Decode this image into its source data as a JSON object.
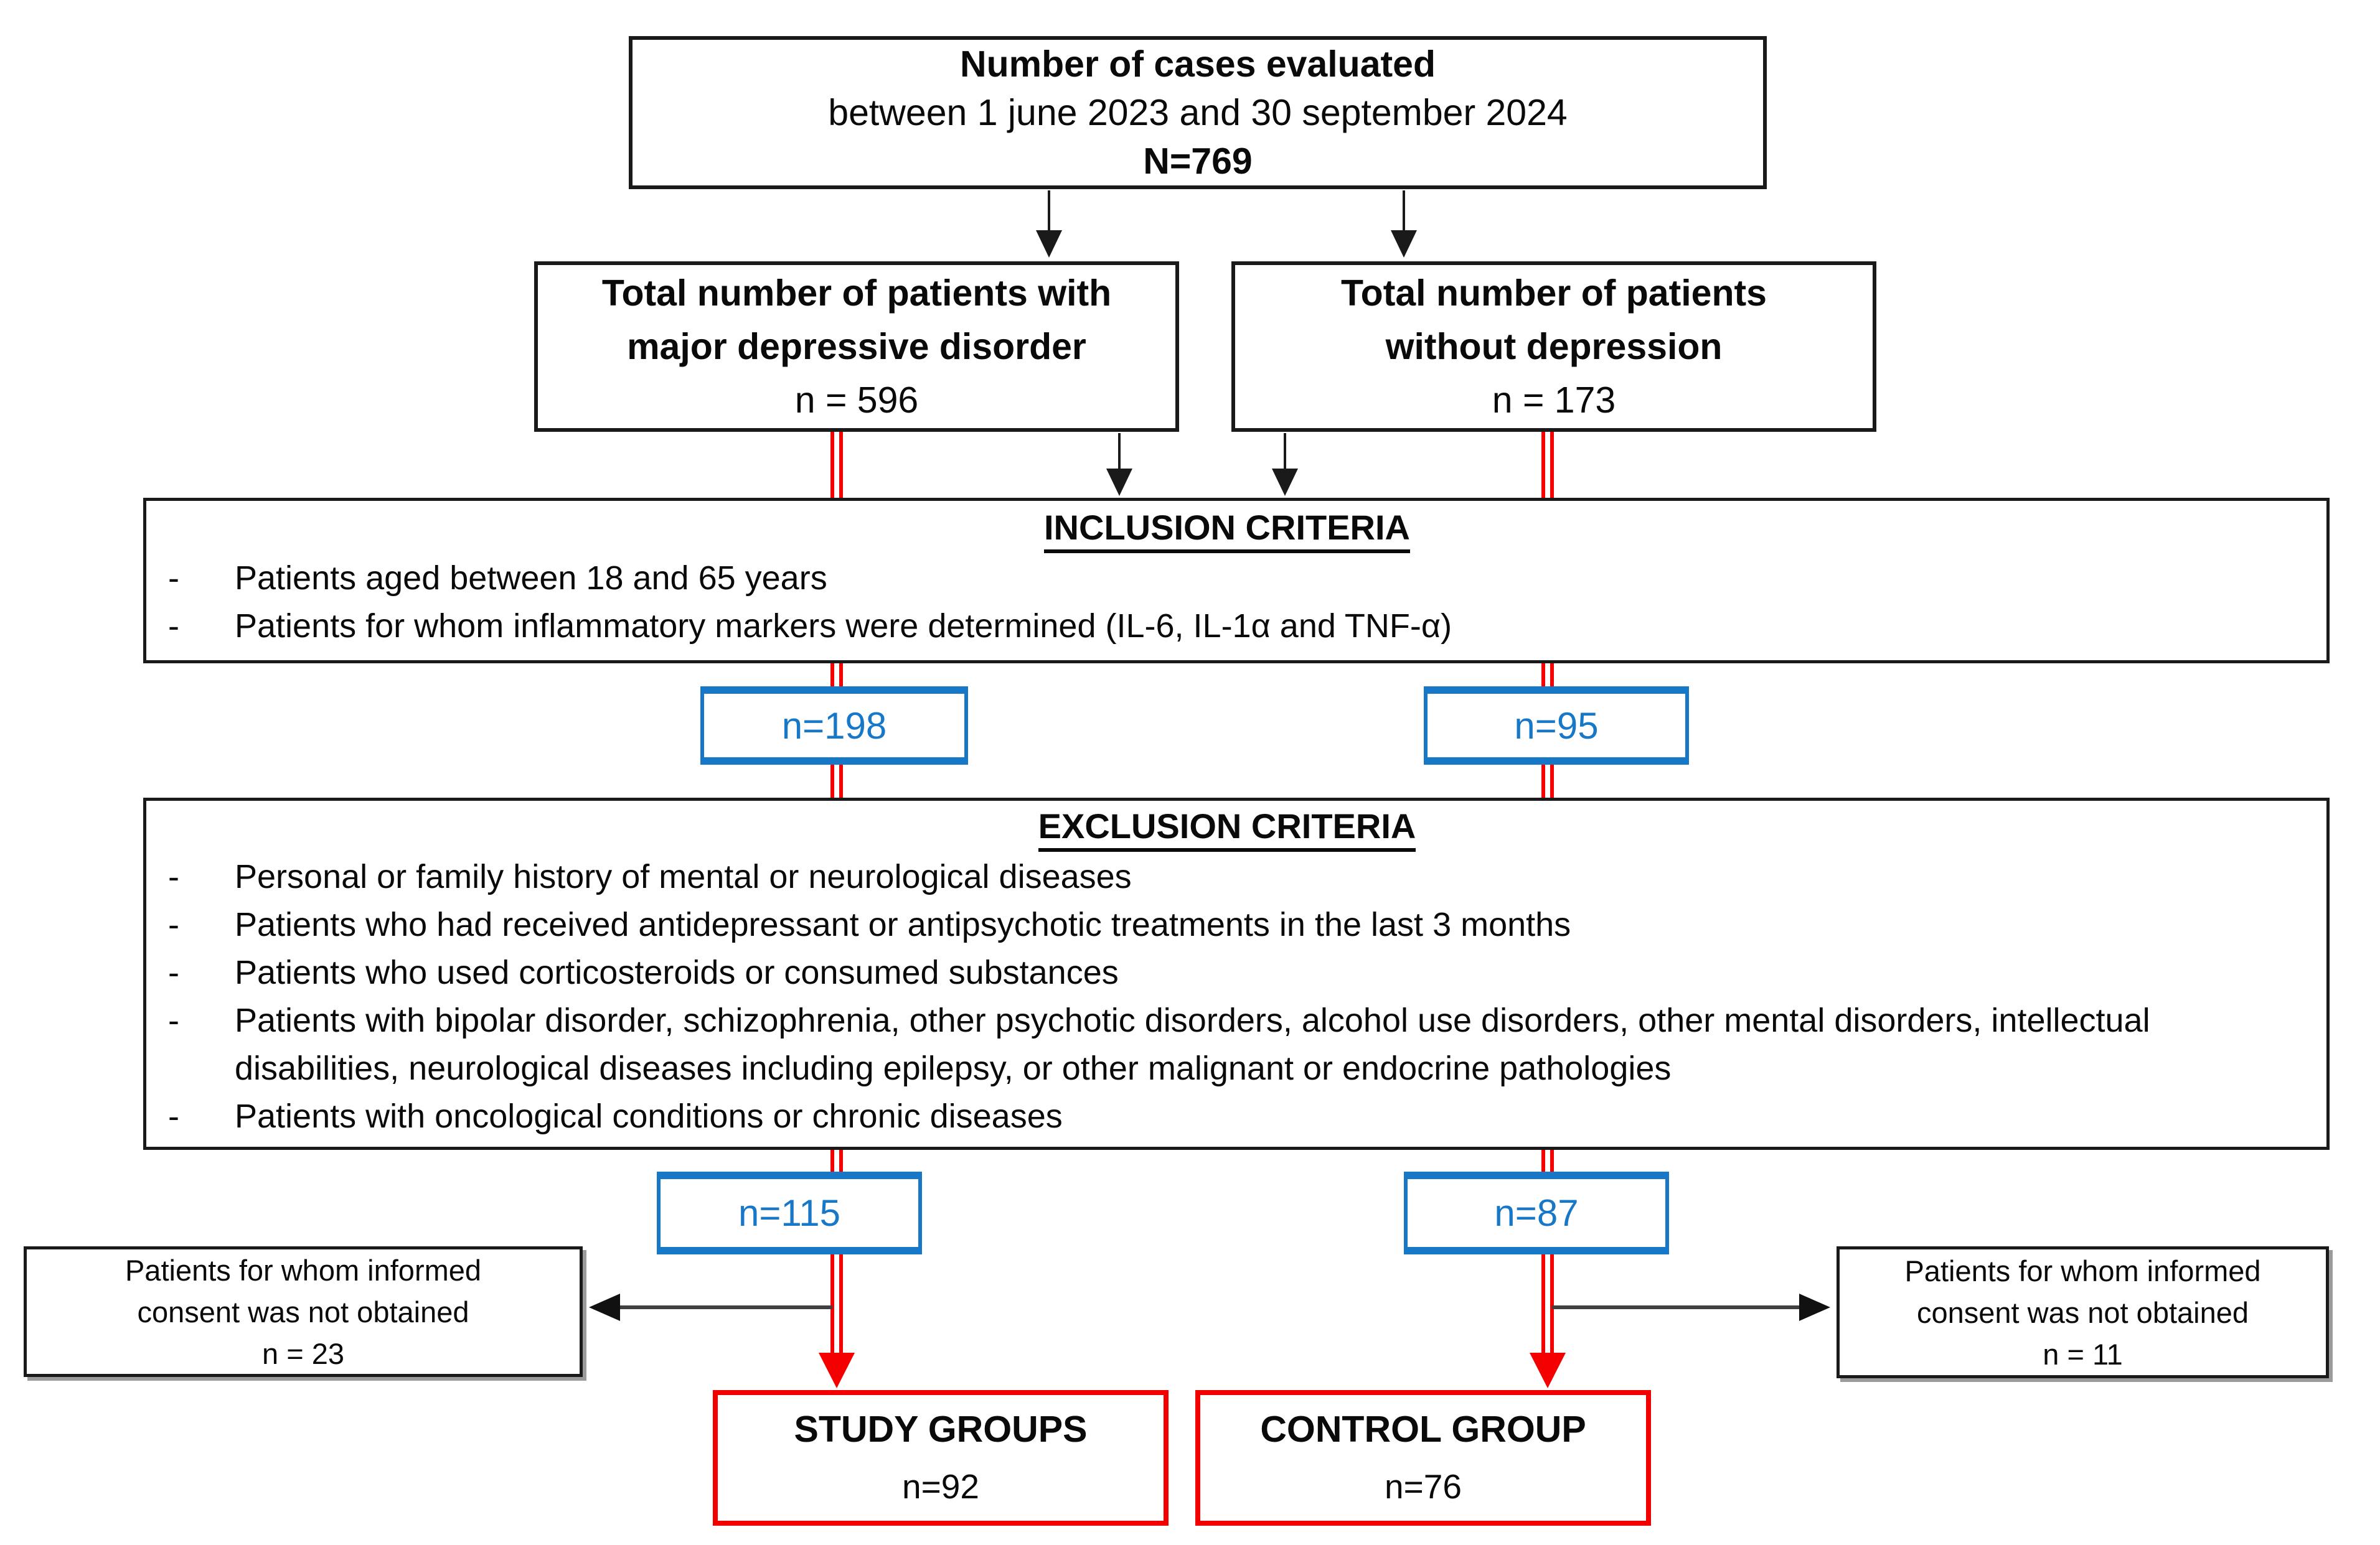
{
  "bullet_char": "-",
  "colors": {
    "box_border_black": "#1a1a1a",
    "accent_blue": "#1878c8",
    "accent_red": "#f20000",
    "connector_gray": "#404040"
  },
  "top_box": {
    "title": "Number of cases evaluated",
    "subtitle": "between 1 june 2023 and 30 september 2024",
    "n": "N=769"
  },
  "mdd_box": {
    "line1": "Total number of patients with",
    "line2": "major depressive disorder",
    "n": "n = 596"
  },
  "no_depression_box": {
    "line1": "Total number of patients",
    "line2": "without depression",
    "n": "n = 173"
  },
  "inclusion": {
    "title": "INCLUSION CRITERIA",
    "items": [
      "Patients aged between 18 and 65 years",
      "Patients for whom inflammatory markers were determined (IL-6, IL-1α and TNF-α)"
    ]
  },
  "after_inclusion": {
    "left_n": "n=198",
    "right_n": "n=95"
  },
  "exclusion": {
    "title": "EXCLUSION CRITERIA",
    "items": [
      "Personal or family history of mental or neurological diseases",
      "Patients who had received antidepressant or antipsychotic treatments in the last 3 months",
      "Patients who used corticosteroids or consumed substances",
      "Patients with bipolar disorder, schizophrenia, other psychotic disorders, alcohol use disorders, other mental disorders, intellectual disabilities, neurological diseases including epilepsy, or other malignant or endocrine pathologies",
      "Patients with oncological conditions or chronic diseases"
    ]
  },
  "after_exclusion": {
    "left_n": "n=115",
    "right_n": "n=87"
  },
  "consent_left": {
    "line1": "Patients for whom informed",
    "line2": "consent was not obtained",
    "n": "n = 23"
  },
  "consent_right": {
    "line1": "Patients for whom informed",
    "line2": "consent was not obtained",
    "n": "n = 11"
  },
  "study_box": {
    "title": "STUDY GROUPS",
    "n": "n=92"
  },
  "control_box": {
    "title": "CONTROL GROUP",
    "n": "n=76"
  }
}
